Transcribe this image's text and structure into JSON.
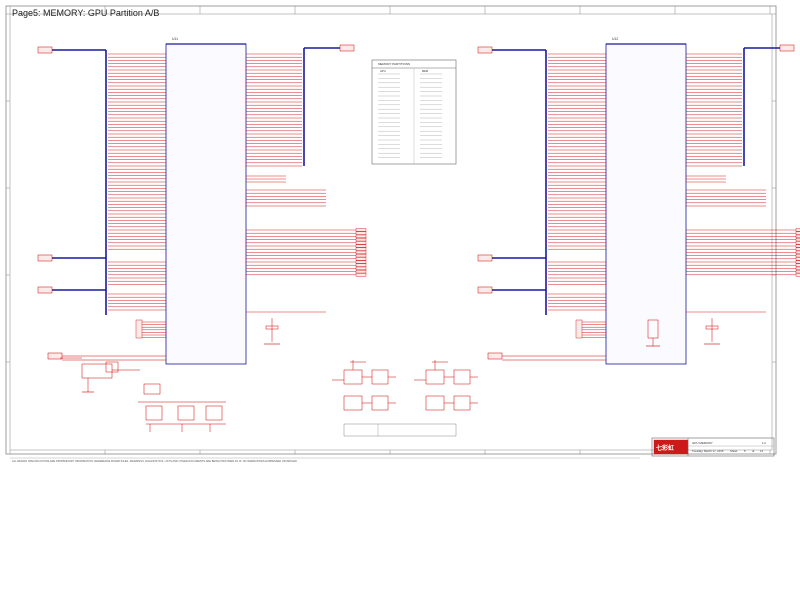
{
  "page_title": "Page5: MEMORY: GPU Partition A/B",
  "colors": {
    "frame": "#888888",
    "wire": "#cc0000",
    "bus": "#1a1a9a",
    "pin_text": "#333333",
    "ic_body": "#d8d8ff",
    "logo_red": "#cc1a1a"
  },
  "chips": {
    "left": {
      "ref": "U11"
    },
    "right": {
      "ref": "U12"
    }
  },
  "table": {
    "heading": "MEMORY PARTITIONS",
    "col_a": "GPU",
    "col_b": "MEM"
  },
  "title_block": {
    "company": "七彩虹",
    "doc": "GPU MEMORY",
    "date": "Tuesday, March 17, 2015",
    "sheet_label": "Sheet",
    "sheet": "5",
    "of": "of",
    "total": "13",
    "rev": "1.0"
  },
  "notes": {
    "text": "ALL DESIGN SPECIFICATIONS ARE PROPRIETARY INFORMATION. REFERENCE BOARD FILES, DRAWINGS, DIAGNOSTICS, LISTS AND OTHER DOCUMENTS ARE BEING PROVIDED AS IS. NO WARRANTIES EXPRESSED OR IMPLIED."
  }
}
